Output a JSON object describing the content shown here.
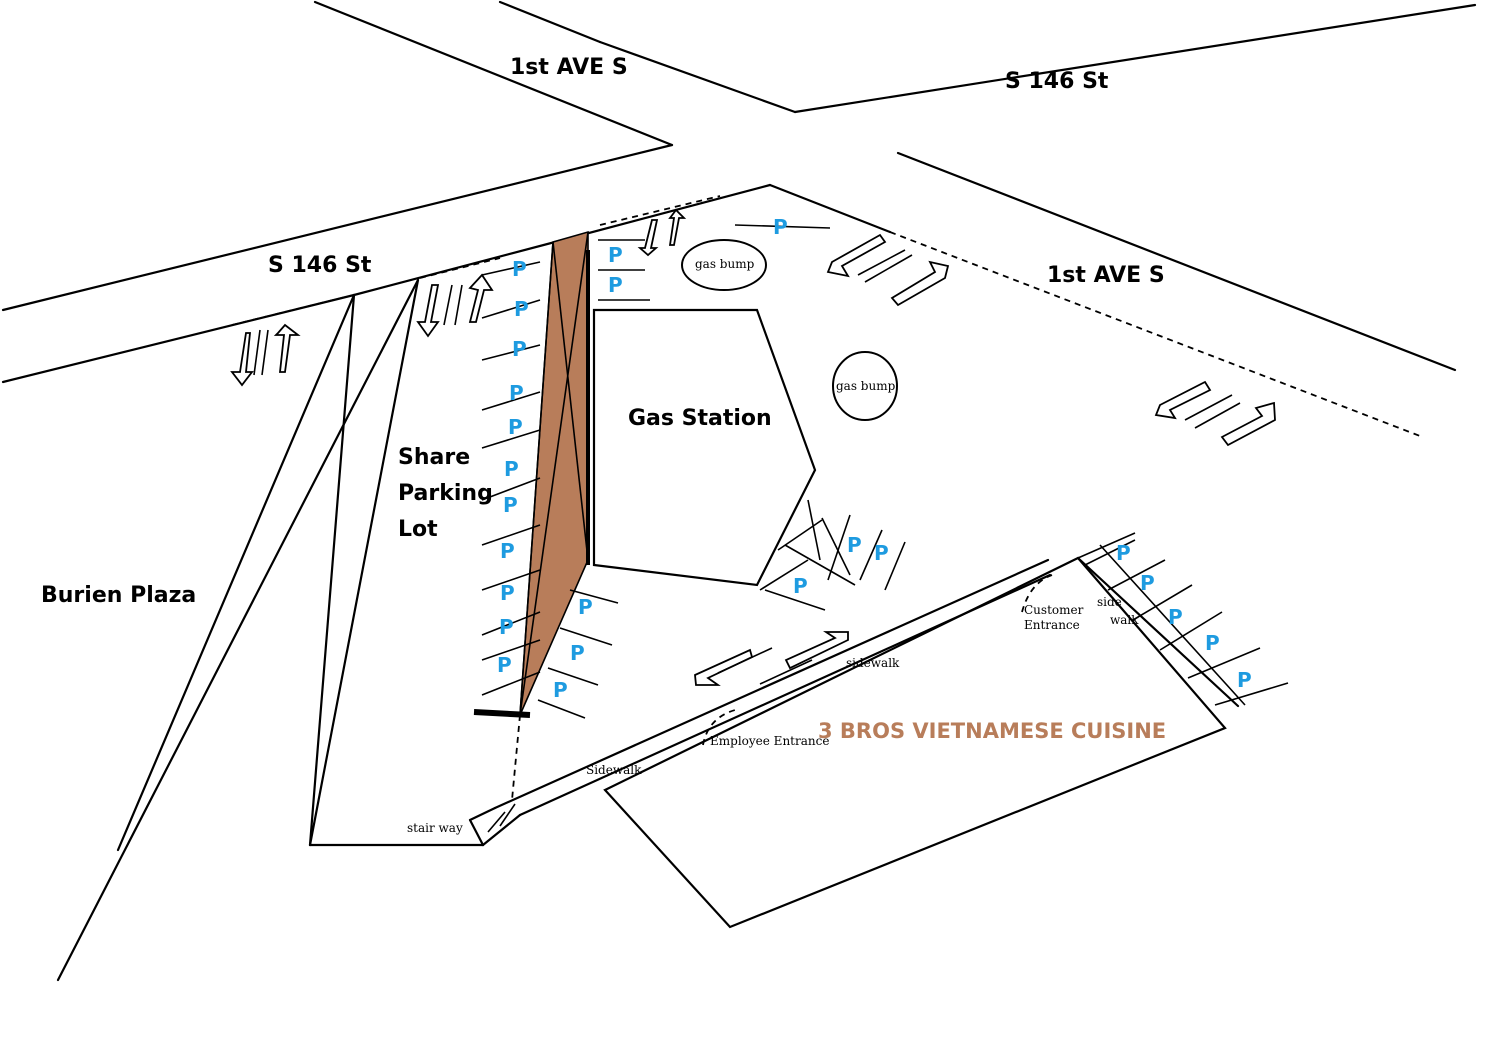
{
  "streets": {
    "first_ave_top": "1st AVE S",
    "s146_top_right": "S 146 St",
    "s146_left": "S 146 St",
    "first_ave_right": "1st AVE S"
  },
  "places": {
    "burien_plaza": "Burien Plaza",
    "share_lot_line1": "Share",
    "share_lot_line2": "Parking",
    "share_lot_line3": "Lot",
    "gas_station": "Gas Station",
    "restaurant": "3 BROS VIETNAMESE CUISINE"
  },
  "small_labels": {
    "gas_bump_1": "gas bump",
    "gas_bump_2": "gas bump",
    "customer_entrance_1": "Customer",
    "customer_entrance_2": "Entrance",
    "employee_entrance": "Employee Entrance",
    "sidewalk_upper": "sidewalk",
    "sidewalk_lower": "Sidewalk",
    "side_walk_1": "side",
    "side_walk_2": "walk",
    "stair_way": "stair way"
  },
  "parking_symbol": "P",
  "colors": {
    "parking": "#1e9be0",
    "divider_fill": "#b87d5a",
    "restaurant_text": "#b87d5a"
  }
}
